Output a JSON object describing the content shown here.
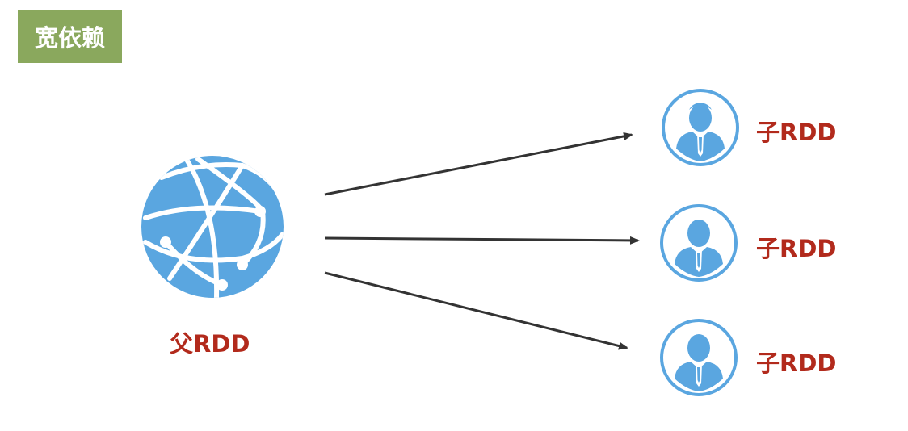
{
  "title": "宽依赖",
  "parent": {
    "label": "父RDD",
    "icon": "globe-network-icon"
  },
  "children": [
    {
      "label": "子RDD",
      "icon": "user-avatar-icon"
    },
    {
      "label": "子RDD",
      "icon": "user-avatar-icon"
    },
    {
      "label": "子RDD",
      "icon": "user-avatar-icon"
    }
  ],
  "colors": {
    "title_bg": "#8aa85d",
    "label": "#b22a1c",
    "icon_blue": "#5aa6e0",
    "arrow": "#333333"
  }
}
